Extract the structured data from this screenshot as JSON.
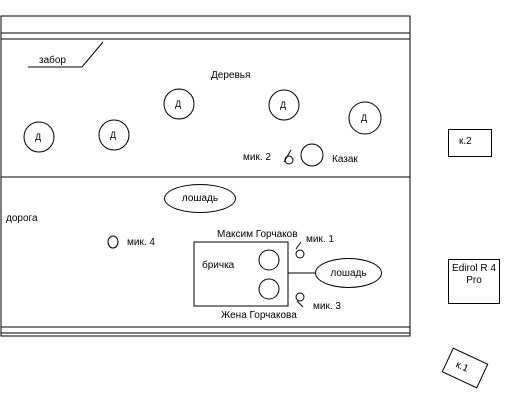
{
  "scene": {
    "fence_label": "забор",
    "trees_label": "Деревья",
    "tree_marker": "Д",
    "road_label": "дорога",
    "horse_label": "лошадь",
    "cart_label": "бричка",
    "person_top_label": "Максим Горчаков",
    "person_bottom_label": "Жена Горчакова",
    "cossack_label": "Казак",
    "mics": {
      "mic1": "мик. 1",
      "mic2": "мик. 2",
      "mic3": "мик. 3",
      "mic4": "мик. 4"
    },
    "cameras": {
      "cam1": "к.1",
      "cam2": "к.2"
    },
    "recorder_label_line1": "Edirol R 4",
    "recorder_label_line2": "Pro"
  },
  "colors": {
    "stroke": "#000000",
    "background": "#ffffff"
  }
}
